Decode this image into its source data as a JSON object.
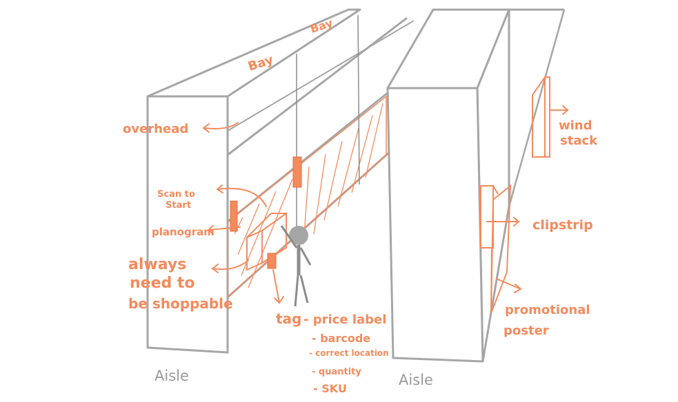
{
  "colors": {
    "sketch_gray": "#a6a6a6",
    "dark_gray": "#8c8c8c",
    "accent_orange": "#f58a5c",
    "background": "#ffffff"
  },
  "labels": {
    "bay_1": "Bay",
    "bay_2": "Bay",
    "overhead": "overhead",
    "scan_to_start_line1": "Scan to",
    "scan_to_start_line2": "Start",
    "planogram": "planogram",
    "always_line1": "always",
    "always_line2": "need to",
    "always_line3": "be shoppable",
    "tag": "tag",
    "price_label": "- price label",
    "barcode": "- barcode",
    "correct_location": "- correct location",
    "quantity": "- quantity",
    "sku": "- SKU",
    "wing_stack_line1": "wind",
    "wing_stack_line2": "stack",
    "clipstrip": "clipstrip",
    "promotional_line1": "promotional",
    "promotional_line2": "poster",
    "aisle_left": "Aisle",
    "aisle_right": "Aisle"
  }
}
